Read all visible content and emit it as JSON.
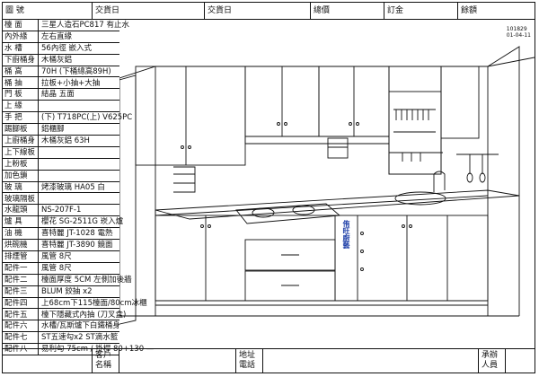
{
  "header": {
    "drawing_label": "圖  號",
    "ship_date": "交貨日",
    "delivery_date": "交貨日",
    "total_price": "總價",
    "deposit": "訂金",
    "balance": "餘額"
  },
  "codes": [
    "101829",
    "01-04-11"
  ],
  "spec": [
    {
      "label": "檯  面",
      "value": "三星人造石PC817 有止水"
    },
    {
      "label": "內外緣",
      "value": "左右直緣"
    },
    {
      "label": "水  槽",
      "value": "56內徑 嵌入式"
    },
    {
      "label": "下廚桶身",
      "value": "木桶灰鋁"
    },
    {
      "label": "桶  高",
      "value": "70H  (下桶總高89H)"
    },
    {
      "label": "桶  抽",
      "value": "拉板+小抽+大抽"
    },
    {
      "label": "門  板",
      "value": "結晶 五面"
    },
    {
      "label": "上  緣",
      "value": ""
    },
    {
      "label": "手  把",
      "value": "(下) T718PC(上) V625PC"
    },
    {
      "label": "踢腳板",
      "value": "鋁櫃腳"
    },
    {
      "label": "上廚桶身",
      "value": "木桶灰鋁 63H"
    },
    {
      "label": "上下線板",
      "value": ""
    },
    {
      "label": "上粉板",
      "value": ""
    },
    {
      "label": "加色鎖",
      "value": ""
    },
    {
      "label": "玻  璃",
      "value": "烤漆玻璃 HA05 白"
    },
    {
      "label": "玻璃隔板",
      "value": ""
    },
    {
      "label": "水龍頭",
      "value": "NS-207F-1"
    },
    {
      "label": "爐  具",
      "value": "櫻花 SG-2511G 崁入爐"
    },
    {
      "label": "油  機",
      "value": "喜特麗 JT-1028 電熱"
    },
    {
      "label": "烘碗機",
      "value": "喜特麗 JT-3890  鏡面"
    },
    {
      "label": "排煙管",
      "value": "風管 8尺"
    },
    {
      "label": "配件一",
      "value": "風管 8尺"
    },
    {
      "label": "配件二",
      "value": "檯面厚度 5CM 左側加後牆"
    },
    {
      "label": "配件三",
      "value": "BLUM 鉸抽 x2"
    },
    {
      "label": "配件四",
      "value": "上68cm下115檯面/80cm冰櫃"
    },
    {
      "label": "配件五",
      "value": "檯下隱藏式內抽 (刀叉盒)"
    },
    {
      "label": "配件六",
      "value": "水槽/瓦斯爐下白鐵桶身"
    },
    {
      "label": "配件七",
      "value": "ST五速勾x2 ST滴水籃"
    },
    {
      "label": "配件八",
      "value": "易利勾 75cm / 掛桿 80+130 —"
    }
  ],
  "footer": {
    "customer_label": "客戶名稱",
    "address_label": "地址電話",
    "handler_label": "承辦人員"
  },
  "brand_text": "侑旺廚藝",
  "colors": {
    "line": "#111111",
    "brand": "#1e3fa8"
  }
}
